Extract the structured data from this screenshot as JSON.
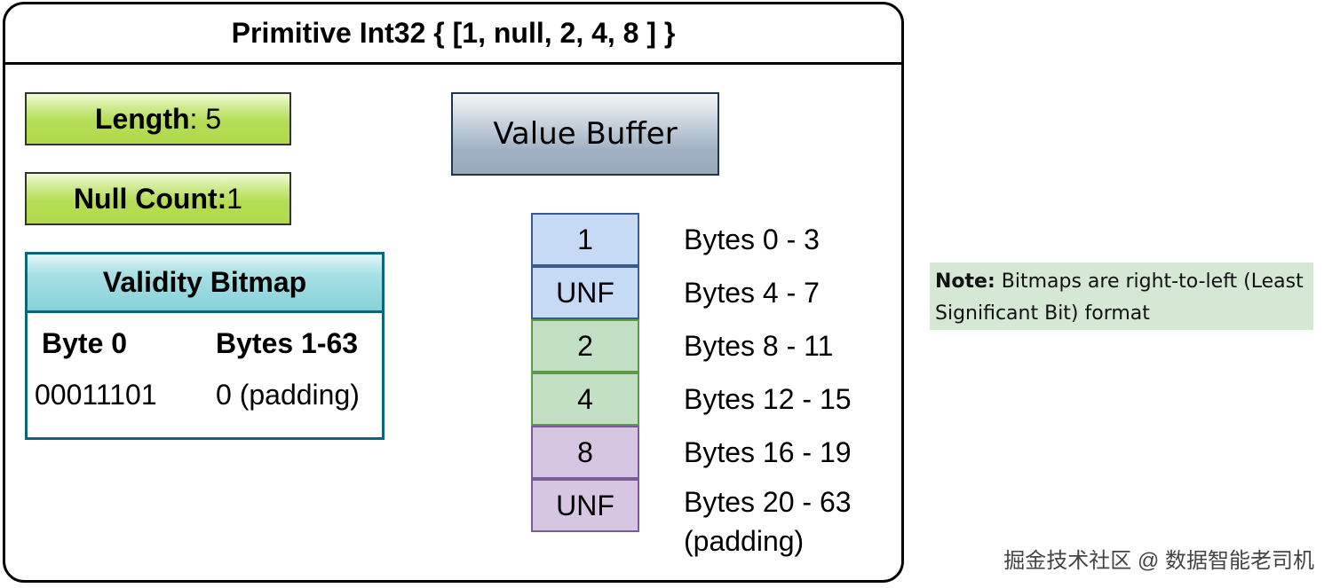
{
  "title": "Primitive Int32 { [1, null, 2, 4, 8 ] }",
  "length": {
    "label": "Length",
    "value": ": 5"
  },
  "null_count": {
    "label": "Null Count:",
    "value": " 1"
  },
  "validity_bitmap": {
    "title": "Validity Bitmap",
    "col1_header": "Byte 0",
    "col2_header": "Bytes 1-63",
    "col1_value": "00011101",
    "col2_value": "0 (padding)"
  },
  "value_buffer": {
    "title": "Value Buffer",
    "cells": [
      {
        "value": "1",
        "bytes": "Bytes 0 - 3",
        "color": "#c6daf5",
        "border": "#3a5a8c"
      },
      {
        "value": "UNF",
        "bytes": "Bytes 4 - 7",
        "color": "#c6daf5",
        "border": "#3a5a8c"
      },
      {
        "value": "2",
        "bytes": "Bytes 8 - 11",
        "color": "#c4e0c4",
        "border": "#5a9a4a"
      },
      {
        "value": "4",
        "bytes": "Bytes 12 - 15",
        "color": "#c4e0c4",
        "border": "#5a9a4a"
      },
      {
        "value": "8",
        "bytes": "Bytes 16 - 19",
        "color": "#d6c6e2",
        "border": "#7a5a98"
      },
      {
        "value": "UNF",
        "bytes": "Bytes 20 - 63",
        "bytes2": "(padding)",
        "color": "#d6c6e2",
        "border": "#7a5a98"
      }
    ]
  },
  "note": {
    "label": "Note:",
    "text": " Bitmaps are right-to-left (Least Significant Bit) format"
  },
  "watermark": "掘金技术社区 @ 数据智能老司机"
}
